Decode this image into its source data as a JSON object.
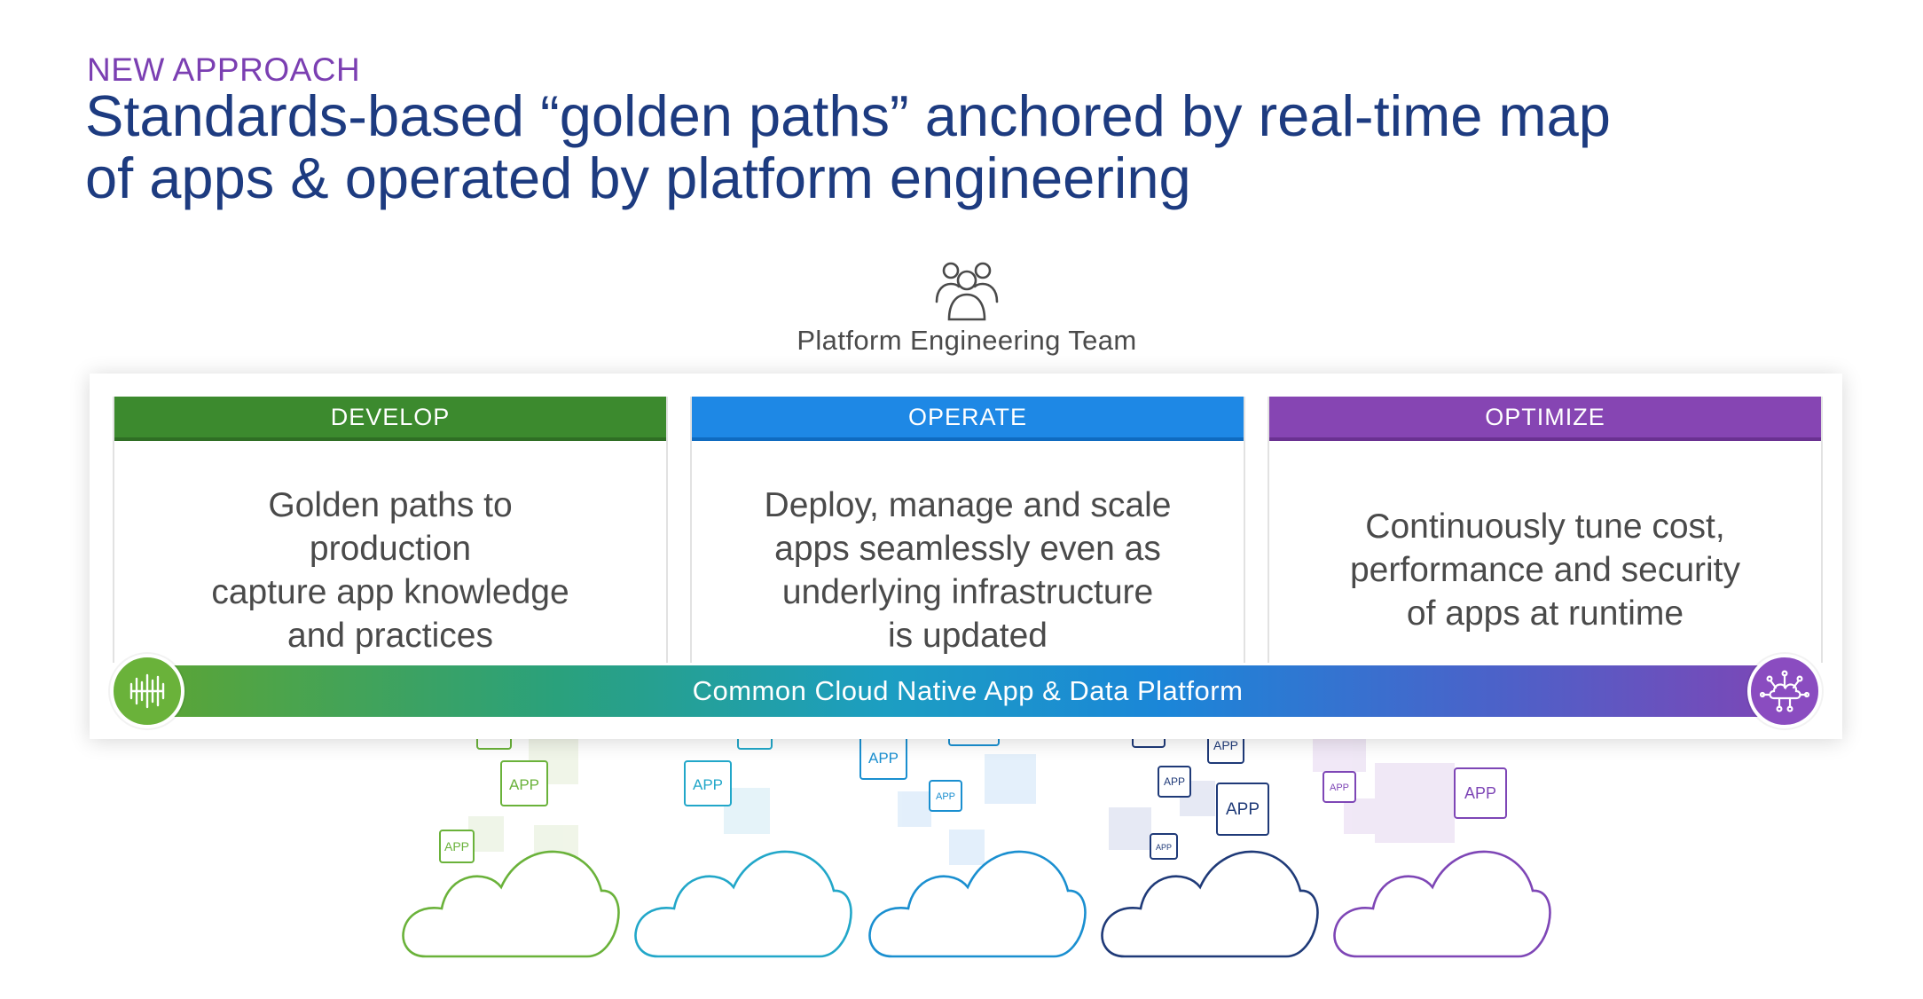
{
  "header": {
    "eyebrow": "NEW APPROACH",
    "title_line1": "Standards-based “golden paths” anchored by real-time map",
    "title_line2": "of apps & operated by platform engineering"
  },
  "team": {
    "label": "Platform Engineering Team",
    "icon": "people-group-icon"
  },
  "cards": [
    {
      "header": "DEVELOP",
      "color": "#3c8a2e",
      "lines": [
        "Golden paths to",
        "production",
        "capture app knowledge",
        "and practices"
      ]
    },
    {
      "header": "OPERATE",
      "color": "#1e88e5",
      "lines": [
        "Deploy, manage and scale",
        "apps seamlessly even as",
        "underlying infrastructure",
        "is updated"
      ]
    },
    {
      "header": "OPTIMIZE",
      "color": "#8645b3",
      "lines": [
        "Continuously tune cost,",
        "performance and security",
        "of apps at runtime"
      ]
    }
  ],
  "platform": {
    "label": "Common Cloud Native App & Data Platform",
    "left_icon": "app-map-icon",
    "right_icon": "cloud-network-icon"
  },
  "app_label": "APP",
  "cloud_colors": [
    "#6ab23a",
    "#22a7c9",
    "#1a8fd0",
    "#1f3a78",
    "#7e46b6"
  ]
}
